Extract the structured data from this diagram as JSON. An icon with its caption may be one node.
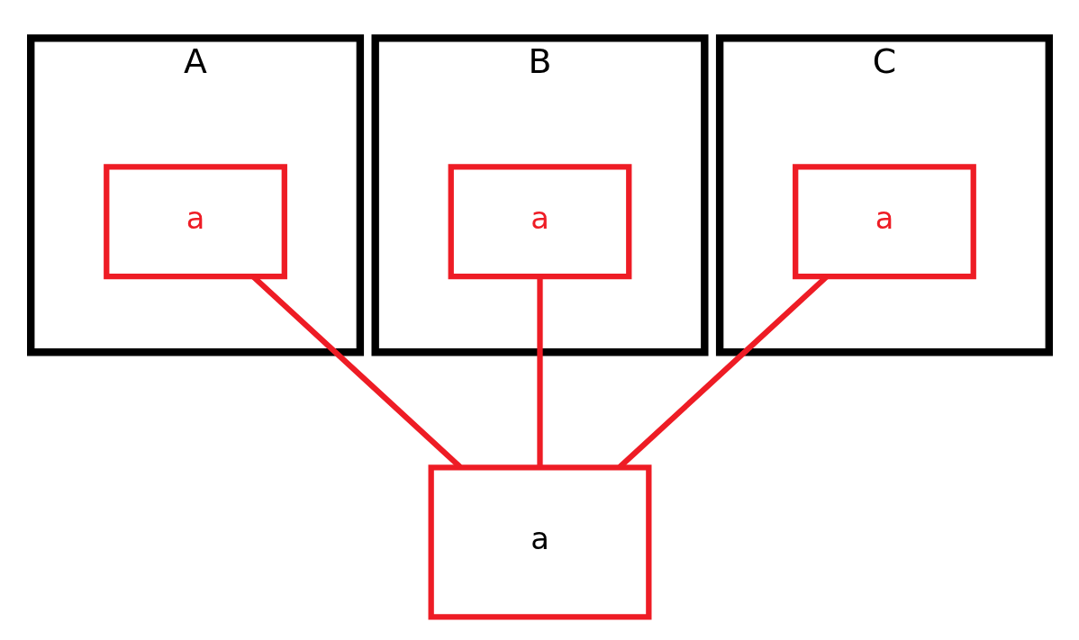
{
  "diagram": {
    "nodes": [
      {
        "text": [
          "A"
        ]
      },
      {
        "text": [
          "a"
        ],
        "in": 0
      },
      {
        "text": [
          "B"
        ]
      },
      {
        "text": [
          "a"
        ],
        "in": 2
      },
      {
        "text": [
          "C"
        ]
      },
      {
        "text": [
          "a"
        ],
        "in": 4
      },
      {
        "text": [
          "a"
        ]
      }
    ],
    "edges": [
      {
        "from": 1,
        "to": 6,
        "arrow": "none"
      },
      {
        "from": 3,
        "to": 6,
        "arrow": "none"
      },
      {
        "from": 5,
        "to": 6,
        "arrow": "none"
      }
    ]
  }
}
